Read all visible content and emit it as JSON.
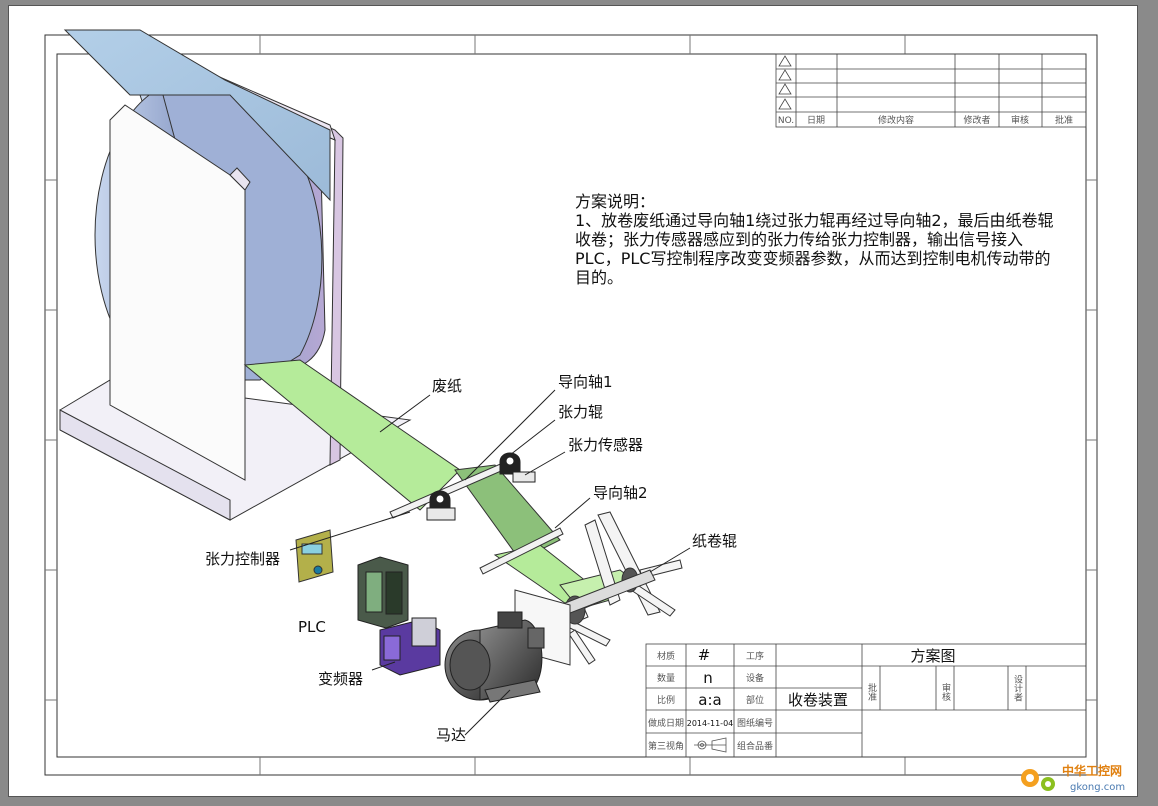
{
  "description": {
    "heading": "方案说明：",
    "text": "1、放卷废纸通过导向轴1绕过张力辊再经过导向轴2，最后由纸卷辊收卷；张力传感器感应到的张力传给张力控制器，输出信号接入PLC，PLC写控制程序改变变频器参数，从而达到控制电机传动带的目的。"
  },
  "callouts": {
    "waste_paper": "废纸",
    "guide_shaft_1": "导向轴1",
    "tension_roller": "张力辊",
    "tension_sensor": "张力传感器",
    "guide_shaft_2": "导向轴2",
    "paper_roll": "纸卷辊",
    "tension_controller": "张力控制器",
    "plc": "PLC",
    "inverter": "变频器",
    "motor": "马达"
  },
  "revision_table": {
    "headers": [
      "NO.",
      "日期",
      "修改内容",
      "修改者",
      "审核",
      "批准"
    ],
    "row_count": 4
  },
  "title_block": {
    "material_label": "材质",
    "material_value": "#",
    "process_label": "工序",
    "quantity_label": "数量",
    "quantity_value": "n",
    "equipment_label": "设备",
    "scale_label": "比例",
    "scale_value": "a:a",
    "part_label": "部位",
    "part_value": "收卷装置",
    "date_label": "做成日期",
    "date_value": "2014-11-04",
    "drawing_no_label": "图纸编号",
    "view_label": "第三视角",
    "assembly_label": "组合品番",
    "drawing_title": "方案图",
    "approve_label": "批准",
    "review_label": "审核",
    "design_label": "设计者"
  },
  "watermark": {
    "text": "中华工控网",
    "url": "gkong.com"
  },
  "colors": {
    "belt_blue": "#a9c8e4",
    "roll_side": "#b9b4d8",
    "paper_green": "#b5eb9a",
    "paper_dark": "#8cc07a",
    "frame_line": "#333333"
  }
}
